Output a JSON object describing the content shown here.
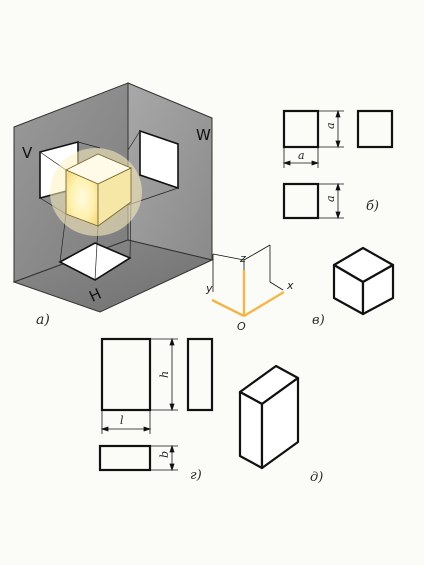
{
  "figure": {
    "panel_labels": {
      "a": "а)",
      "b": "б)",
      "v": "в)",
      "g": "г)",
      "d": "д)"
    },
    "planes": {
      "frontal": "V",
      "profile": "W",
      "horizontal": "H"
    },
    "axes": {
      "x": "x",
      "y": "y",
      "z": "z",
      "origin": "O"
    },
    "dimensions": {
      "cube_height": "a",
      "cube_width": "a",
      "cube_top_depth": "a",
      "prism_height": "h",
      "prism_length": "l",
      "prism_depth": "b"
    },
    "colors": {
      "plane_gray": "#8e8e8e",
      "plane_dark": "#6e6e6e",
      "cube_glow": "#fff6c8",
      "axis_orange": "#f2b64a",
      "ink": "#1a1a1a"
    }
  }
}
